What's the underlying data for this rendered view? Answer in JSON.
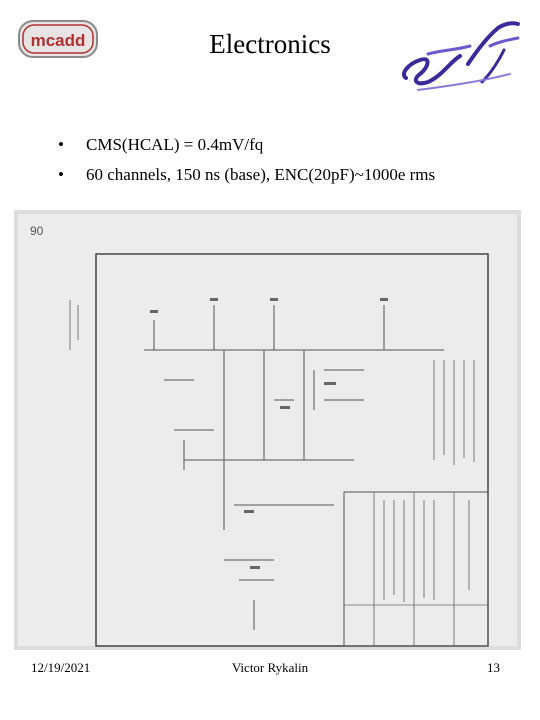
{
  "slide": {
    "title": "Electronics",
    "bullets": [
      "CMS(HCAL) = 0.4mV/fq",
      "60 channels, 150 ns (base), ENC(20pF)~1000e rms"
    ],
    "bullet_marker": "•"
  },
  "logos": {
    "left_text": "mcadd",
    "left_icon": "mcadd-logo-icon",
    "right_icon": "scribble-logo-icon"
  },
  "schematic": {
    "corner_number": "90"
  },
  "footer": {
    "date": "12/19/2021",
    "author": "Victor Rykalin",
    "page": "13"
  },
  "colors": {
    "logo_red": "#b03030",
    "logo_purple": "#3a2a9a",
    "scan_gray": "#d9d9d9"
  }
}
